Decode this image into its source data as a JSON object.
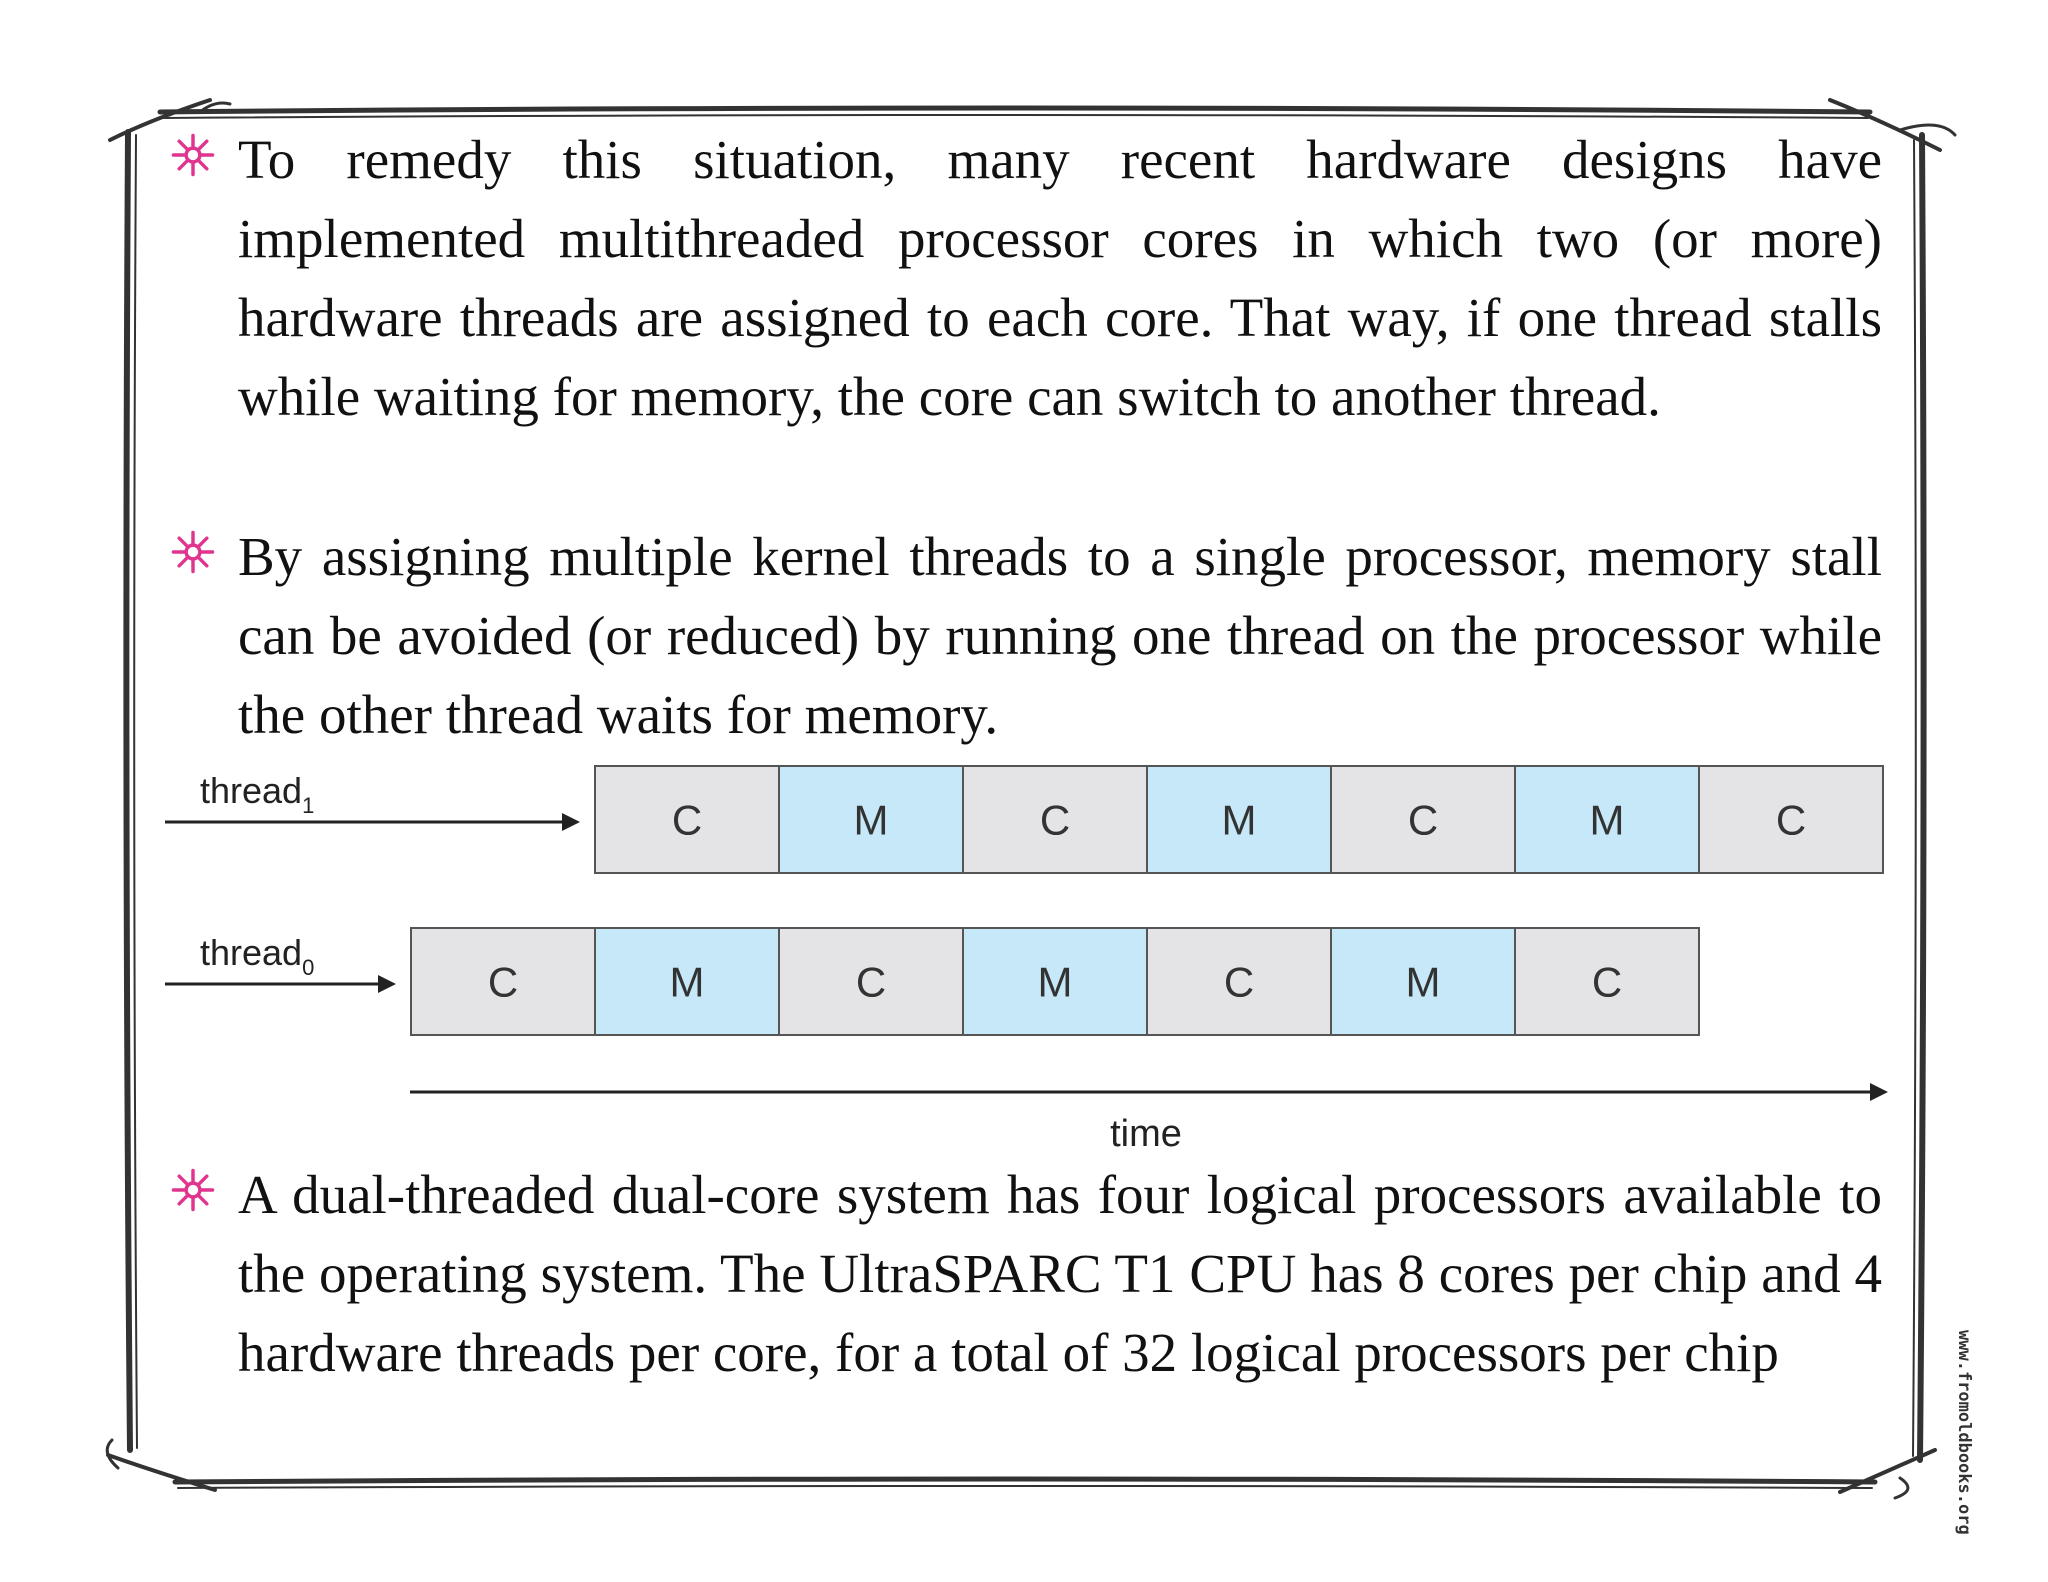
{
  "bullets": [
    {
      "text": "To remedy this situation, many recent hardware designs have implemented multithreaded processor cores in which two (or more) hardware threads are assigned to each core. That way, if one thread stalls while waiting for memory, the core can switch to another thread."
    },
    {
      "text": "By assigning multiple kernel threads to a single processor, memory stall can be avoided (or reduced) by running one thread on the processor while the other thread waits for memory."
    },
    {
      "text": "A dual-threaded dual-core system has four logical processors available to the operating system. The UltraSPARC T1 CPU has 8 cores per chip and 4 hardware threads per core, for a total of 32 logical processors per chip"
    }
  ],
  "diagram": {
    "threads": [
      {
        "label": "thread",
        "subscript": "1",
        "blocks": [
          "C",
          "M",
          "C",
          "M",
          "C",
          "M",
          "C"
        ]
      },
      {
        "label": "thread",
        "subscript": "0",
        "blocks": [
          "C",
          "M",
          "C",
          "M",
          "C",
          "M",
          "C"
        ]
      }
    ],
    "time_label": "time",
    "colors": {
      "compute": "#e4e4e6",
      "memory": "#c6e8f8",
      "border": "#555555"
    }
  },
  "watermark": "www.fromoldbooks.org",
  "colors": {
    "bullet_icon": "#e0358f",
    "frame": "#333333"
  }
}
